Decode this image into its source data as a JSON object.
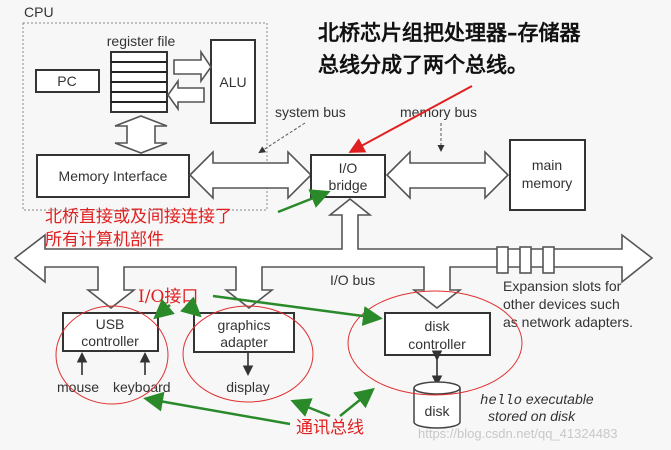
{
  "title": {
    "line1": "北桥芯片组把处理器–存储器",
    "line2": "总线分成了两个总线。"
  },
  "cpu": {
    "label": "CPU",
    "register_file": "register file",
    "pc": "PC",
    "alu": "ALU",
    "memory_interface": "Memory Interface"
  },
  "buses": {
    "system_bus": "system bus",
    "memory_bus": "memory bus",
    "io_bus": "I/O bus"
  },
  "io_bridge": {
    "line1": "I/O",
    "line2": "bridge"
  },
  "main_memory": {
    "line1": "main",
    "line2": "memory"
  },
  "devices": {
    "usb": {
      "line1": "USB",
      "line2": "controller",
      "mouse": "mouse",
      "keyboard": "keyboard"
    },
    "graphics": {
      "line1": "graphics",
      "line2": "adapter",
      "display": "display"
    },
    "disk_controller": {
      "line1": "disk",
      "line2": "controller",
      "disk": "disk"
    }
  },
  "expansion": {
    "line1": "Expansion slots for",
    "line2": "other devices such",
    "line3": "as network adapters."
  },
  "hello": {
    "code": "hello",
    "line1_rest": " executable",
    "line2": "stored on disk"
  },
  "annotations": {
    "northbridge_line1": "北桥直接或及间接连接了",
    "northbridge_line2": "所有计算机部件",
    "io_interface": "I/O接口",
    "comm_bus": "通讯总线"
  },
  "watermark": "https://blog.csdn.net/qq_41324483"
}
